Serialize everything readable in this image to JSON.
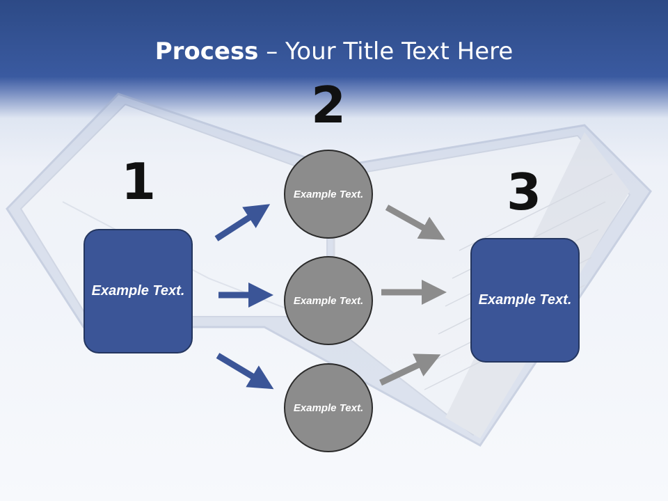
{
  "title": {
    "bold": "Process",
    "rest": " – Your Title Text Here"
  },
  "steps": {
    "one": {
      "number": "1",
      "box_text": "Example Text."
    },
    "two": {
      "number": "2",
      "circles": [
        "Example Text.",
        "Example Text.",
        "Example Text."
      ]
    },
    "three": {
      "number": "3",
      "box_text": "Example Text."
    }
  },
  "colors": {
    "header": "#3a5aa0",
    "box": "#3b5597",
    "circle": "#8c8c8c",
    "arrow_blue": "#3b5597",
    "arrow_gray": "#8c8c8c"
  }
}
